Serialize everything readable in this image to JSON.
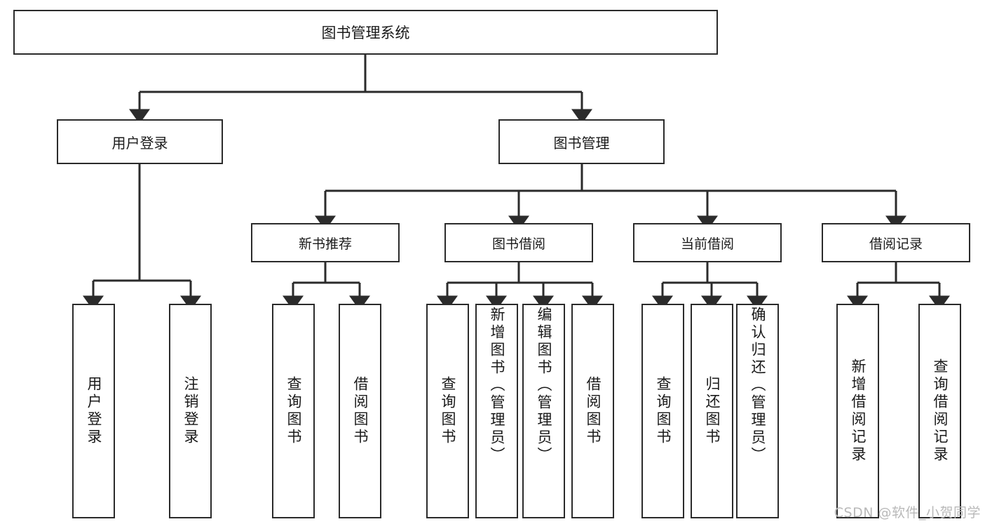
{
  "diagram": {
    "title": "图书管理系统",
    "type": "tree",
    "root": {
      "label": "图书管理系统"
    },
    "level2": [
      {
        "label": "用户登录"
      },
      {
        "label": "图书管理"
      }
    ],
    "level3": [
      {
        "label": "新书推荐"
      },
      {
        "label": "图书借阅"
      },
      {
        "label": "当前借阅"
      },
      {
        "label": "借阅记录"
      }
    ],
    "leaves": [
      {
        "label": "用户登录",
        "parent": "用户登录"
      },
      {
        "label": "注销登录",
        "parent": "用户登录"
      },
      {
        "label": "查询图书",
        "parent": "新书推荐"
      },
      {
        "label": "借阅图书",
        "parent": "新书推荐"
      },
      {
        "label": "查询图书",
        "parent": "图书借阅"
      },
      {
        "label": "新增图书（管理员）",
        "parent": "图书借阅"
      },
      {
        "label": "编辑图书（管理员）",
        "parent": "图书借阅"
      },
      {
        "label": "借阅图书",
        "parent": "图书借阅"
      },
      {
        "label": "查询图书",
        "parent": "当前借阅"
      },
      {
        "label": "归还图书",
        "parent": "当前借阅"
      },
      {
        "label": "确认归还（管理员）",
        "parent": "当前借阅"
      },
      {
        "label": "新增借阅记录",
        "parent": "借阅记录"
      },
      {
        "label": "查询借阅记录",
        "parent": "借阅记录"
      }
    ]
  },
  "colors": {
    "stroke": "#2b2b2b",
    "fill": "#ffffff",
    "text": "#1a1a1a",
    "watermark": "#b9b9b9"
  },
  "watermark": {
    "text": "CSDN @软件_小贺同学"
  }
}
